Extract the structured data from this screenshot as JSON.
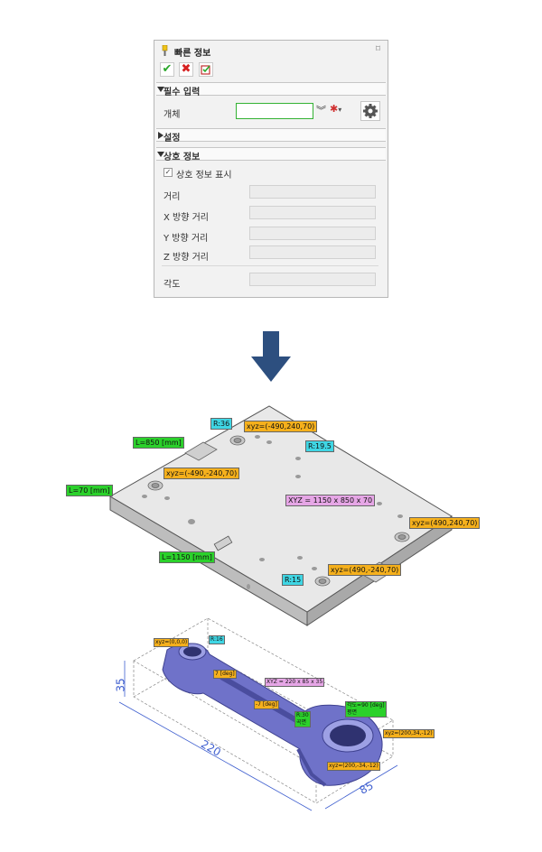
{
  "panel": {
    "title": "빠른 정보",
    "pin_icon": "pin-icon",
    "toolbar": {
      "ok_icon": "check-icon",
      "cancel_icon": "close-icon",
      "preview_icon": "preview-icon"
    },
    "section_required": "필수 입력",
    "object_label": "개체",
    "settings_section": "설정",
    "interaction_section": "상호 정보",
    "show_info_label": "상호 정보 표시",
    "show_info_checked": true,
    "rows": {
      "distance": "거리",
      "x_distance": "X 방향 거리",
      "y_distance": "Y 방향 거리",
      "z_distance": "Z 방향 거리",
      "angle": "각도"
    }
  },
  "plate_callouts": {
    "r36": "R:36",
    "xyz_top": "xyz=(-490,240,70)",
    "l850": "L=850 [mm]",
    "r195": "R:19.5",
    "xyz_left": "xyz=(-490,-240,70)",
    "l70": "L=70 [mm]",
    "xyz_box": "XYZ = 1150 x 850 x 70",
    "xyz_right": "xyz=(490,240,70)",
    "l1150": "L=1150 [mm]",
    "r15": "R:15",
    "xyz_front": "xyz=(490,-240,70)"
  },
  "rod_callouts": {
    "xyz0": "xyz=(0,0,0)",
    "r16": "R:16",
    "deg7": "7 [deg]",
    "box": "XYZ = 220 x 85 x 35",
    "deg_neg7": "-7 [deg]",
    "r30": "R:30",
    "r30b": "곡면",
    "angle90": "각도=90 [deg]",
    "angle90b": "평면",
    "xyz_right": "xyz=(200,34,-12)",
    "xyz_bottom": "xyz=(200,-34,-12)",
    "dim35": "35",
    "dim220": "220",
    "dim85": "85"
  },
  "colors": {
    "green": "#2bd12b",
    "orange": "#f5b01c",
    "cyan": "#3fd6e4",
    "pink": "#e6a6e6",
    "arrow": "#2d4f7f",
    "rod": "#6f72c9"
  }
}
